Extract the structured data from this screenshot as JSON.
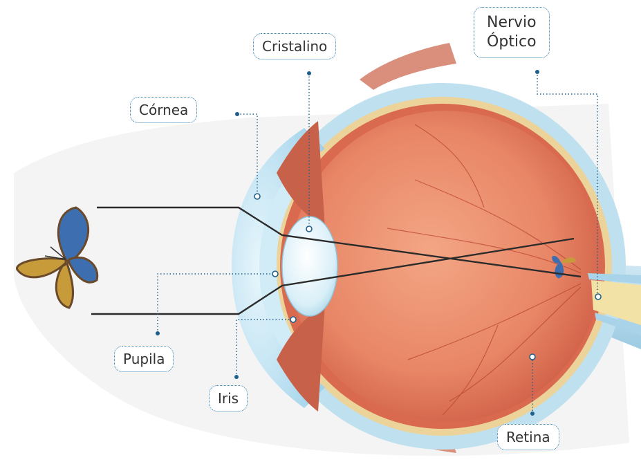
{
  "labels": {
    "cornea": "Córnea",
    "cristalino": "Cristalino",
    "nervio_line1": "Nervio",
    "nervio_line2": "Óptico",
    "pupila": "Pupila",
    "iris": "Iris",
    "retina": "Retina"
  },
  "colors": {
    "leader": "#1f5f8b",
    "label_border": "#2f7fb0",
    "sclera": "#bcdff0",
    "choroid": "#e8cc8a",
    "vitreous": "#e98a6a",
    "lens": "#d8eef7",
    "ray": "#2b2b2b"
  }
}
